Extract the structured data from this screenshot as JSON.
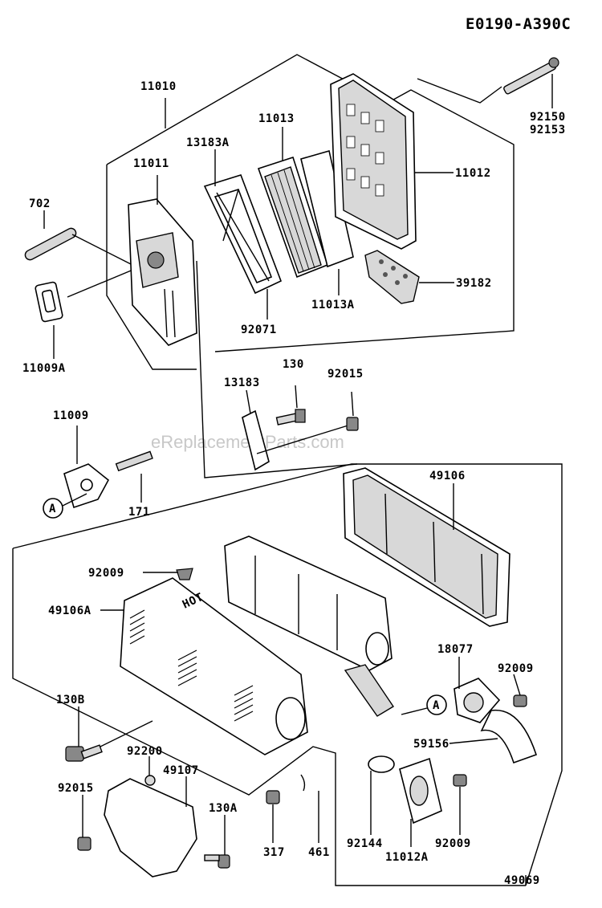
{
  "diagram_id": "E0190-A390C",
  "watermark": "eReplacementParts.com",
  "callouts": {
    "c11010": "11010",
    "c11011": "11011",
    "c13183A": "13183A",
    "c11013": "11013",
    "c11012": "11012",
    "c92150_92153_a": "92150",
    "c92150_92153_b": "92153",
    "c702": "702",
    "c39182": "39182",
    "c11013A": "11013A",
    "c92071": "92071",
    "c11009A": "11009A",
    "c13183": "13183",
    "c130": "130",
    "c92015_top": "92015",
    "c11009": "11009",
    "c171": "171",
    "c49106": "49106",
    "c92009_top": "92009",
    "c49106A": "49106A",
    "c18077": "18077",
    "c92009_right": "92009",
    "c130B": "130B",
    "c59156": "59156",
    "c92200": "92200",
    "c49107": "49107",
    "c92015_bottom": "92015",
    "c130A": "130A",
    "c317": "317",
    "c461": "461",
    "c92144": "92144",
    "c92009_bottom": "92009",
    "c11012A": "11012A",
    "c49069": "49069",
    "ref_A_left": "A",
    "ref_A_right": "A"
  },
  "muffler_decals": {
    "hot": "HOT"
  }
}
